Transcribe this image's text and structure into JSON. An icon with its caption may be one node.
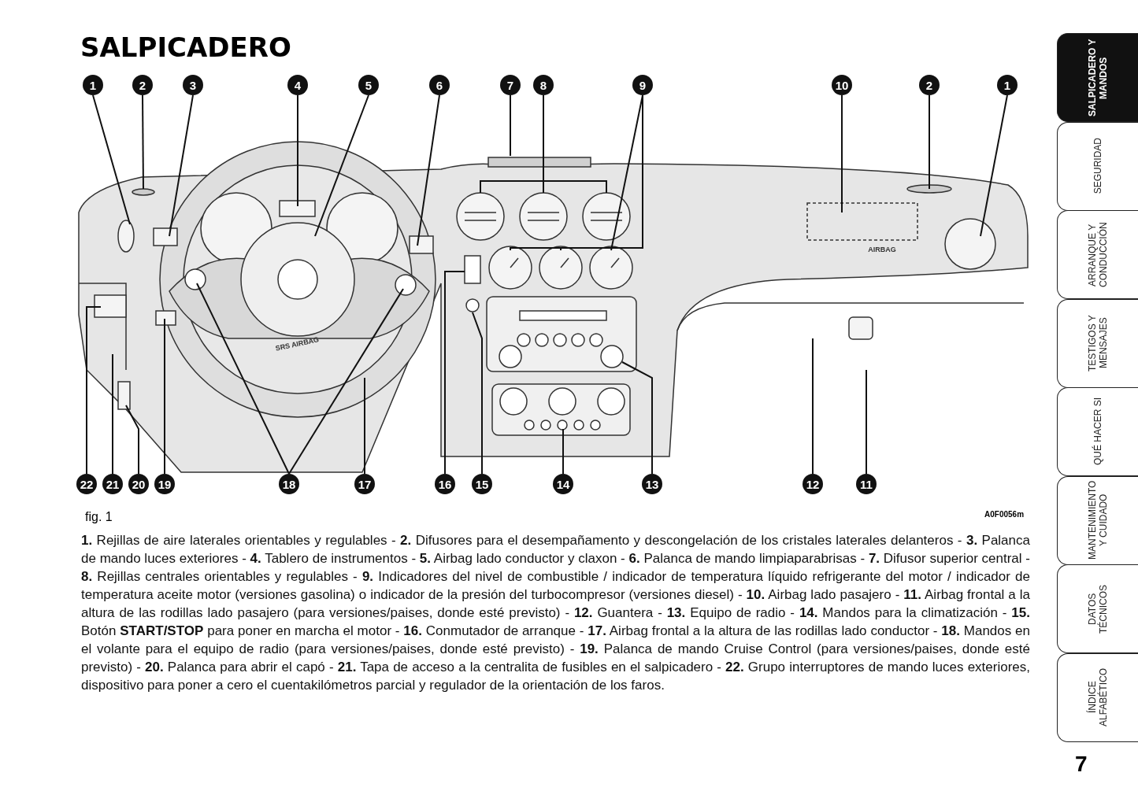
{
  "diagram": {
    "title": "SALPICADERO",
    "nodes": [
      {
        "text": [
          "1"
        ]
      },
      {
        "text": [
          "2"
        ]
      },
      {
        "text": [
          "3"
        ]
      },
      {
        "text": [
          "4"
        ]
      },
      {
        "text": [
          "5"
        ]
      },
      {
        "text": [
          "6"
        ]
      },
      {
        "text": [
          "7"
        ]
      },
      {
        "text": [
          "8"
        ]
      },
      {
        "text": [
          "9"
        ]
      },
      {
        "text": [
          "10"
        ]
      },
      {
        "text": [
          "2"
        ]
      },
      {
        "text": [
          "1"
        ]
      },
      {
        "text": [
          "22"
        ]
      },
      {
        "text": [
          "21"
        ]
      },
      {
        "text": [
          "20"
        ]
      },
      {
        "text": [
          "19"
        ]
      },
      {
        "text": [
          "18"
        ]
      },
      {
        "text": [
          "17"
        ]
      },
      {
        "text": [
          "16"
        ]
      },
      {
        "text": [
          "15"
        ]
      },
      {
        "text": [
          "14"
        ]
      },
      {
        "text": [
          "13"
        ]
      },
      {
        "text": [
          "12"
        ]
      },
      {
        "text": [
          "11"
        ]
      }
    ],
    "edges": [
      {
        "from": 0,
        "to": null,
        "arrow": "none"
      },
      {
        "from": 1,
        "to": null,
        "arrow": "none"
      },
      {
        "from": 2,
        "to": null,
        "arrow": "none"
      },
      {
        "from": 3,
        "to": null,
        "arrow": "none"
      },
      {
        "from": 4,
        "to": null,
        "arrow": "none"
      },
      {
        "from": 5,
        "to": null,
        "arrow": "none"
      },
      {
        "from": 6,
        "to": null,
        "arrow": "none"
      },
      {
        "from": 7,
        "to": null,
        "arrow": "none"
      },
      {
        "from": 7,
        "to": null,
        "arrow": "none"
      },
      {
        "from": 7,
        "to": null,
        "arrow": "none"
      },
      {
        "from": 8,
        "to": null,
        "arrow": "none"
      },
      {
        "from": 8,
        "to": null,
        "arrow": "none"
      },
      {
        "from": 8,
        "to": null,
        "arrow": "none"
      },
      {
        "from": 9,
        "to": null,
        "arrow": "none"
      },
      {
        "from": 10,
        "to": null,
        "arrow": "none"
      },
      {
        "from": 11,
        "to": null,
        "arrow": "none"
      },
      {
        "from": 12,
        "to": null,
        "arrow": "none"
      },
      {
        "from": 13,
        "to": null,
        "arrow": "none"
      },
      {
        "from": 14,
        "to": null,
        "arrow": "none"
      },
      {
        "from": 15,
        "to": null,
        "arrow": "none"
      },
      {
        "from": 16,
        "to": null,
        "arrow": "none"
      },
      {
        "from": 16,
        "to": null,
        "arrow": "none"
      },
      {
        "from": 17,
        "to": null,
        "arrow": "none"
      },
      {
        "from": 18,
        "to": null,
        "arrow": "none"
      },
      {
        "from": 19,
        "to": null,
        "arrow": "none"
      },
      {
        "from": 20,
        "to": null,
        "arrow": "none"
      },
      {
        "from": 21,
        "to": null,
        "arrow": "none"
      },
      {
        "from": 22,
        "to": null,
        "arrow": "none"
      },
      {
        "from": 23,
        "to": null,
        "arrow": "none"
      }
    ],
    "labels": [
      "SRS AIRBAG",
      "AIRBAG",
      "fig. 1",
      "A0F0056m",
      "**1.** Rejillas de aire laterales orientables y regulables - **2.** Difusores para el desempañamento y descongelación de los cristales laterales delanteros - **3.** Palanca de mando luces exteriores - **4.** Tablero de instrumentos - **5.** Airbag lado conductor y claxon - **6.** Palanca de mando limpiaparabrisas - **7.** Difusor superior central - **8.** Rejillas centrales orientables y regulables - **9.** Indicadores del nivel de combustible / indicador de temperatura líquido refrigerante del motor / indicador de temperatura aceite motor (versiones gasolina) o indicador de la presión del turbocompresor (versiones diesel) - **10.** Airbag lado pasajero - **11.** Airbag frontal a la altura de las rodillas lado pasajero (para versiones/paises, donde esté previsto) - **12.** Guantera - **13.** Equipo de radio - **14.** Mandos para la climatización - **15.** Botón **START/STOP** para poner en marcha el motor - **16.** Conmutador de arranque - **17.** Airbag frontal a la altura de las rodillas lado conductor - **18.** Mandos en el volante para el equipo de radio (para versiones/paises, donde esté previsto) - **19.** Palanca de mando Cruise Control (para versiones/paises, donde esté previsto) - **20.** Palanca para abrir el capó - **21.** Tapa de acceso a la centralita de fusibles en el salpicadero - **22.** Grupo interruptores de mando luces exteriores, dispositivo para poner a cero el cuentakilómetros parcial y regulador de la orientación de los faros.",
      "SALPICADERO Y MANDOS",
      "SEGURIDAD",
      "ARRANQUE Y CONDUCCIÓN",
      "TESTIGOS Y MENSAJES",
      "QUÉ HACER SI",
      "MANTENIMIENTO Y CUIDADO",
      "DATOS TÉCNICOS",
      "ÍNDICE ALFABÉTICO",
      "7"
    ]
  }
}
